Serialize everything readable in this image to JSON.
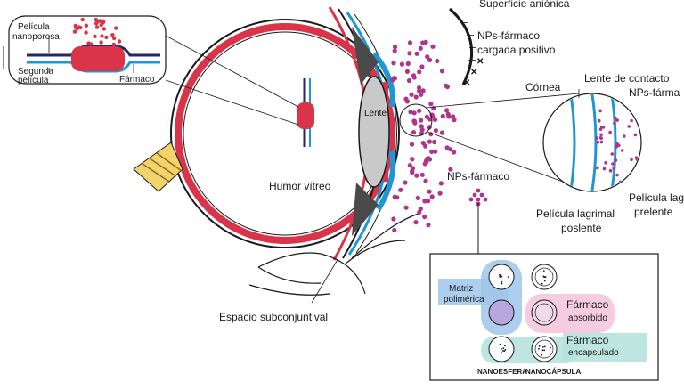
{
  "labels": {
    "superficie_anionica": "Superficie aniónica",
    "nps_cargada": "NPs-fármaco",
    "cargada_positivo": "cargada positivo",
    "pelicula_nanoporosa_1": "Película",
    "pelicula_nanoporosa_2": "nanoporosa",
    "segunda_pelicula_1": "Segunda",
    "segunda_pelicula_2": "película",
    "farmaco": "Fármaco",
    "lente": "Lente",
    "humor_vitreo": "Humor vítreo",
    "cornea": "Córnea",
    "lente_contacto": "Lente de contacto",
    "nps_farmaco_right": "NPs-fárma",
    "pelicula_prelente_1": "Película lag",
    "pelicula_prelente_2": "prelente",
    "pelicula_poslente_1": "Película lagrimal",
    "pelicula_poslente_2": "poslente",
    "nps_farmaco_mid": "NPs-fármaco",
    "espacio_subconjuntival": "Espacio subconjuntival",
    "matriz_1": "Matriz",
    "matriz_2": "polimérica",
    "farmaco_absorbido_1": "Fármaco",
    "farmaco_absorbido_2": "absorbido",
    "farmaco_encapsulado_1": "Fármaco",
    "farmaco_encapsulado_2": "encapsulado",
    "nanoesfera": "NANOESFERA",
    "nanocapsula": "NANOCÁPSULA"
  },
  "colors": {
    "accent_red": "#d9344a",
    "accent_blue": "#1f97d4",
    "navy": "#1f2a6b",
    "magenta_dots": "#b0338c",
    "box_blue": "#9fc5ea",
    "box_pink": "#f4c6dd",
    "box_teal": "#b5e3dc"
  }
}
